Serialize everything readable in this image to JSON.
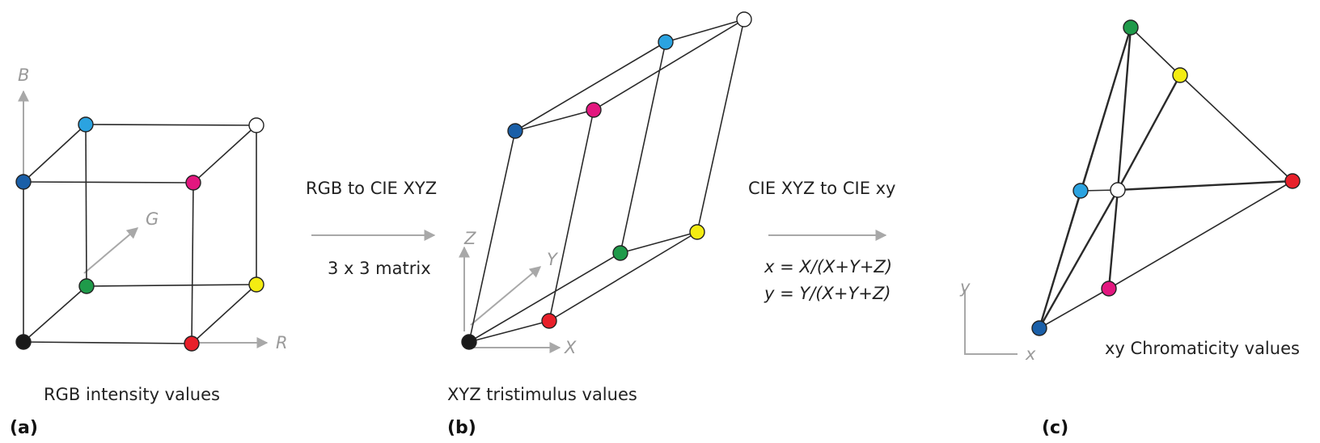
{
  "labels": {
    "panel_a": "(a)",
    "panel_b": "(b)",
    "panel_c": "(c)",
    "caption_a": "RGB intensity values",
    "caption_b": "XYZ tristimulus values",
    "caption_c": "xy Chromaticity values",
    "transform1_title": "RGB to CIE XYZ",
    "transform1_sub": "3 x 3 matrix",
    "transform2_title": "CIE XYZ to CIE xy",
    "eq_x": "x = X/(X+Y+Z)",
    "eq_y": "y = Y/(X+Y+Z)"
  },
  "axes": {
    "a": {
      "r": "R",
      "g": "G",
      "b": "B"
    },
    "b": {
      "x": "X",
      "y": "Y",
      "z": "Z"
    },
    "c": {
      "x": "x",
      "y": "y"
    }
  },
  "colors": {
    "black": "#1a1a1a",
    "red": "#e8202a",
    "green": "#1f9a4a",
    "blue": "#1a5fa8",
    "cyan": "#2ba3e0",
    "magenta": "#e3177f",
    "yellow": "#f4ec12",
    "white": "#ffffff"
  }
}
